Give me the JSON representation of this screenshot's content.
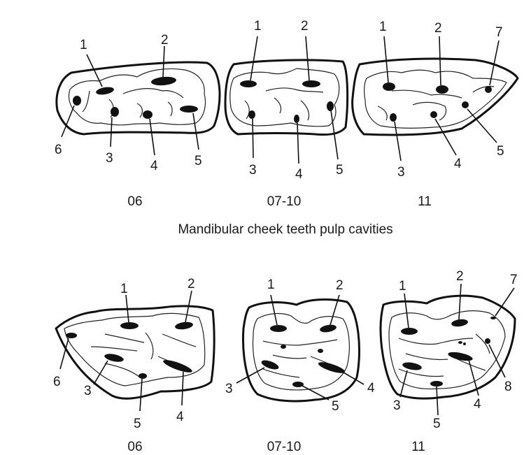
{
  "upper_row": {
    "teeth": [
      {
        "id": "06",
        "label": "06",
        "cavities": [
          "1",
          "2",
          "3",
          "4",
          "5",
          "6"
        ]
      },
      {
        "id": "07-10",
        "label": "07-10",
        "cavities": [
          "1",
          "2",
          "3",
          "4",
          "5"
        ]
      },
      {
        "id": "11",
        "label": "11",
        "cavities": [
          "1",
          "2",
          "3",
          "4",
          "5",
          "7"
        ]
      }
    ],
    "caption": "Mandibular cheek teeth pulp cavities"
  },
  "lower_row": {
    "teeth": [
      {
        "id": "06",
        "label": "06",
        "cavities": [
          "1",
          "2",
          "3",
          "4",
          "5",
          "6"
        ]
      },
      {
        "id": "07-10",
        "label": "07-10",
        "cavities": [
          "1",
          "2",
          "3",
          "4",
          "5"
        ]
      },
      {
        "id": "11",
        "label": "11",
        "cavities": [
          "1",
          "2",
          "3",
          "4",
          "5",
          "7",
          "8"
        ]
      }
    ]
  }
}
